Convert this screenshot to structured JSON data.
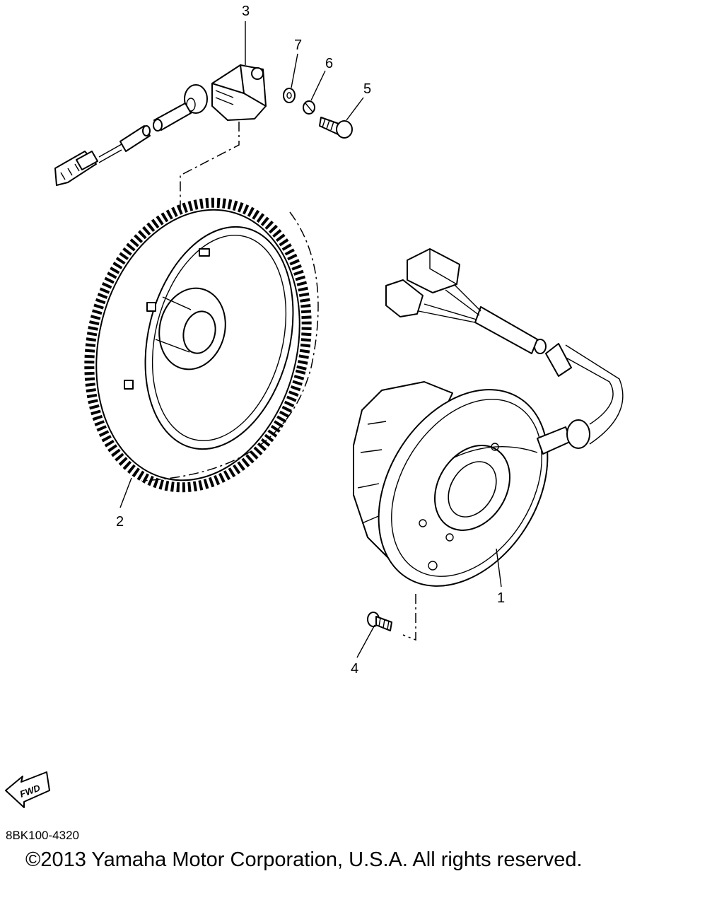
{
  "callouts": {
    "c1": "1",
    "c2": "2",
    "c3": "3",
    "c4": "4",
    "c5": "5",
    "c6": "6",
    "c7": "7"
  },
  "fwd_arrow_text": "FWD",
  "diagram_code": "8BK100-4320",
  "copyright": "©2013 Yamaha Motor Corporation, U.S.A. All rights reserved."
}
